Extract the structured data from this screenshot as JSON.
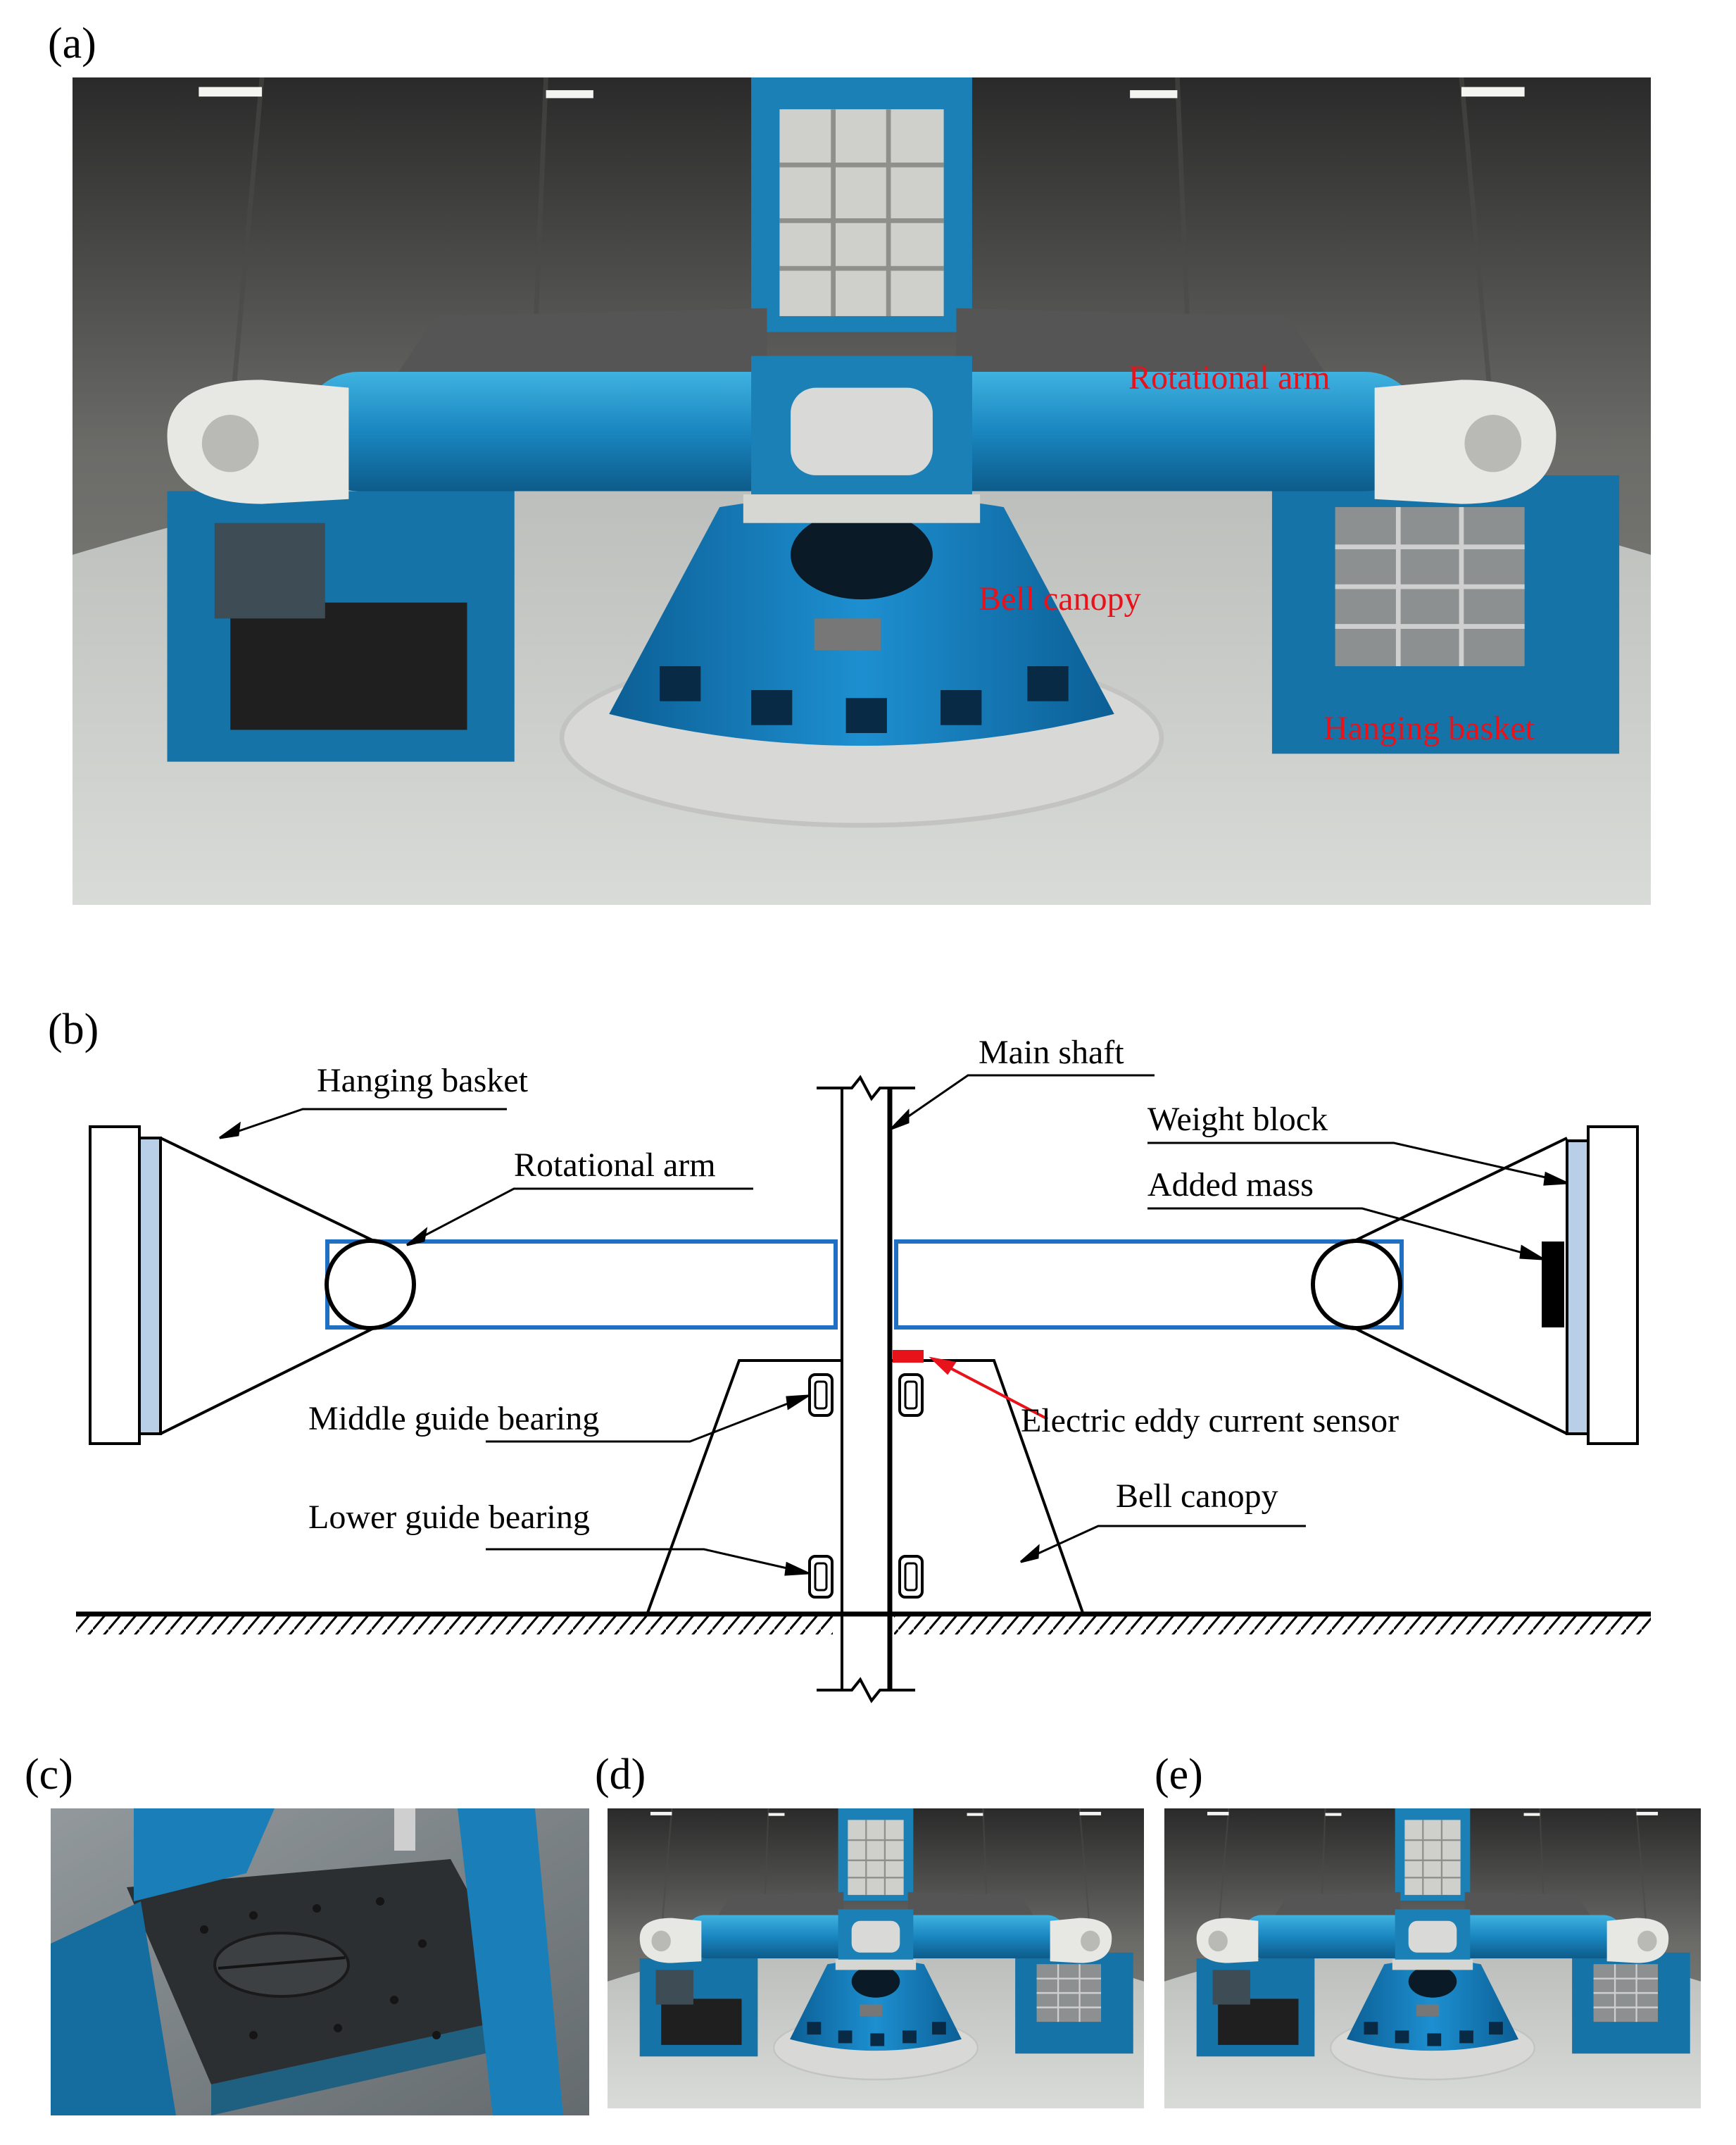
{
  "panels": {
    "a": "(a)",
    "b": "(b)",
    "c": "(c)",
    "d": "(d)",
    "e": "(e)"
  },
  "photo_a_labels": {
    "rotational_arm": "Rotational  arm",
    "bell_canopy": "Bell canopy",
    "hanging_basket": "Hanging  basket"
  },
  "diagram_labels": {
    "hanging_basket": "Hanging  basket",
    "rotational_arm": "Rotational  arm",
    "main_shaft": "Main shaft",
    "weight_block": "Weight block",
    "added_mass": "Added mass",
    "middle_guide_bearing": "Middle guide bearing",
    "electric_eddy_current_sensor": "Electric eddy current sensor",
    "lower_guide_bearing": "Lower guide bearing",
    "bell_canopy": "Bell canopy"
  },
  "colors": {
    "photo_label": "#e8121b",
    "arm_outline": "#1f6fc2",
    "weight_block_fill": "#b9cfe8",
    "sensor": "#e8121b",
    "machine_blue": "#1a7fb8"
  }
}
